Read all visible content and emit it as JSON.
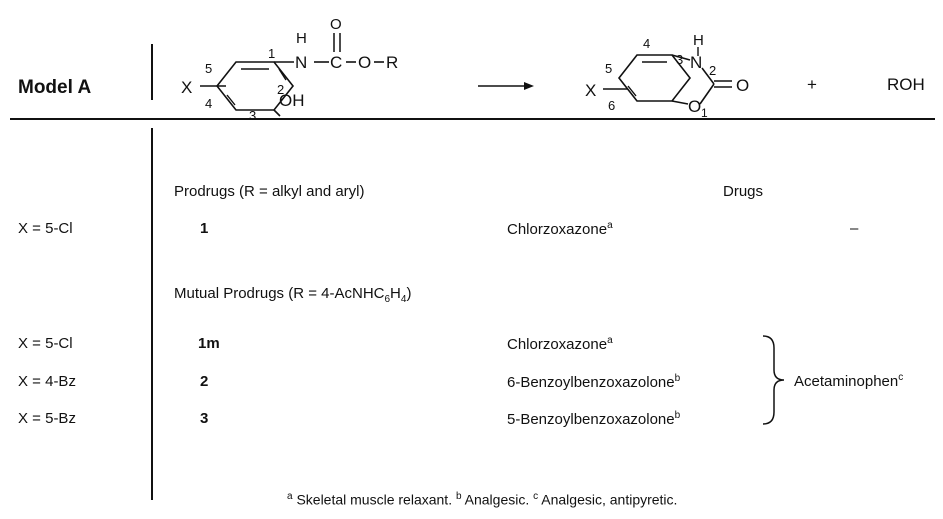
{
  "model": "Model A",
  "reactant": {
    "X": "X",
    "pos5": "5",
    "pos4": "4",
    "pos1": "1",
    "pos2": "2",
    "pos3": "3",
    "H": "H",
    "N": "N",
    "C": "C",
    "O_top": "O",
    "O_link": "O",
    "R": "R",
    "OH": "OH"
  },
  "product": {
    "X": "X",
    "pos5": "5",
    "pos6": "6",
    "pos4": "4",
    "pos3": "3",
    "pos2": "2",
    "pos1": "1",
    "H": "H",
    "N": "N",
    "O_ring": "O",
    "O_carbonyl": "O"
  },
  "plus": "+",
  "byproduct": "ROH",
  "sections": {
    "prodrugs_heading": "Prodrugs (R = alkyl and aryl)",
    "drugs_heading": "Drugs",
    "mutual_heading_pre": "Mutual Prodrugs (R = 4-AcNHC",
    "mutual_sub1": "6",
    "mutual_mid": "H",
    "mutual_sub2": "4",
    "mutual_post": ")"
  },
  "rows": [
    {
      "x": "X = 5-Cl",
      "compound": "1",
      "drug": "Chlorzoxazone",
      "mark": "a",
      "rdrug": "–"
    },
    {
      "x": "X = 5-Cl",
      "compound": "1m",
      "drug": "Chlorzoxazone",
      "mark": "a"
    },
    {
      "x": "X = 4-Bz",
      "compound": "2",
      "drug": "6-Benzoylbenzoxazolone",
      "mark": "b"
    },
    {
      "x": "X = 5-Bz",
      "compound": "3",
      "drug": "5-Benzoylbenzoxazolone",
      "mark": "b"
    }
  ],
  "shared_drug": {
    "name": "Acetaminophen",
    "mark": "c"
  },
  "footnote": {
    "a_mark": "a",
    "a_text": " Skeletal muscle relaxant. ",
    "b_mark": "b",
    "b_text": " Analgesic. ",
    "c_mark": "c",
    "c_text": " Analgesic, antipyretic."
  }
}
